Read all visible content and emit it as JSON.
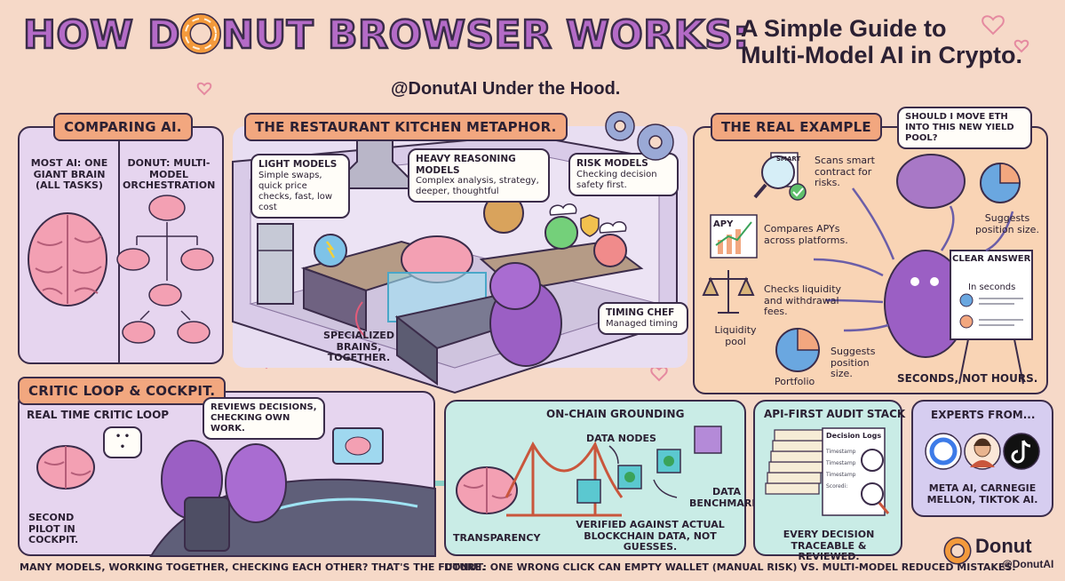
{
  "header": {
    "title_part1": "HOW D",
    "title_part2": "NUT BROWSER WORKS:",
    "subtitle_line1": "A Simple Guide to",
    "subtitle_line2": "Multi-Model AI in Crypto.",
    "handle_line": "@DonutAI Under the Hood."
  },
  "comparing": {
    "tag": "COMPARING AI.",
    "left_label": "MOST AI: ONE GIANT BRAIN (ALL TASKS)",
    "right_label": "DONUT: MULTI-MODEL ORCHESTRATION"
  },
  "kitchen": {
    "tag": "THE RESTAURANT KITCHEN METAPHOR.",
    "light_title": "LIGHT MODELS",
    "light_text": "Simple swaps, quick price checks, fast, low cost",
    "heavy_title": "HEAVY REASONING MODELS",
    "heavy_text": "Complex analysis, strategy, deeper, thoughtful",
    "risk_title": "RISK MODELS",
    "risk_text": "Checking decision safety first.",
    "timing_title": "TIMING CHEF",
    "timing_text": "Managed timing",
    "specialized": "SPECIALIZED BRAINS, TOGETHER."
  },
  "real_example": {
    "tag": "THE REAL EXAMPLE",
    "question": "SHOULD I MOVE ETH INTO THIS NEW YIELD POOL?",
    "smart_label": "SMART",
    "scan": "Scans smart contract for risks.",
    "apy_label": "APY",
    "apy": "Compares APYs across platforms.",
    "liquidity": "Checks liquidity and withdrawal fees.",
    "liquidity_pool": "Liquidity pool",
    "suggest1": "Suggests position size.",
    "suggest2": "Suggests position size.",
    "portfolio": "Portfolio",
    "board_title": "CLEAR ANSWER",
    "board_sub": "In seconds",
    "bottom": "SECONDS, NOT HOURS."
  },
  "critic": {
    "tag": "CRITIC LOOP & COCKPIT.",
    "heading": "REAL TIME CRITIC LOOP",
    "bubble": "REVIEWS DECISIONS, CHECKING OWN WORK.",
    "dots": "• • •",
    "second_pilot": "SECOND PILOT IN COCKPIT."
  },
  "onchain": {
    "heading": "ON-CHAIN GROUNDING",
    "data_nodes": "DATA NODES",
    "benchmarks": "DATA BENCHMARKS",
    "transparency": "TRANSPARENCY",
    "verified": "VERIFIED AGAINST ACTUAL BLOCKCHAIN DATA, NOT GUESSES."
  },
  "audit": {
    "heading": "API-FIRST AUDIT STACK",
    "doc_title": "Decision Logs",
    "doc_lines": [
      "Timestamp",
      "Timestamp",
      "Timestamp",
      "Scoredi:"
    ],
    "caption": "EVERY DECISION TRACEABLE & REVIEWED."
  },
  "experts": {
    "heading": "EXPERTS FROM...",
    "caption": "META AI, CARNEGIE MELLON, TIKTOK AI."
  },
  "brand": {
    "name": "Donut",
    "handle": "@DonutAI"
  },
  "footer": {
    "left": "MANY MODELS, WORKING TOGETHER, CHECKING EACH OTHER? THAT'S THE FUTURE.",
    "right": "DONUT: ONE WRONG CLICK CAN EMPTY WALLET (MANUAL RISK) VS. MULTI-MODEL REDUCED MISTAKES."
  },
  "colors": {
    "background": "#f6d9c8",
    "purple_panel": "#e6d5ef",
    "teal_panel": "#c9ece6",
    "orange_tag": "#f2a77f",
    "title_fill": "#b46bc7",
    "outline": "#3b2c4a"
  }
}
